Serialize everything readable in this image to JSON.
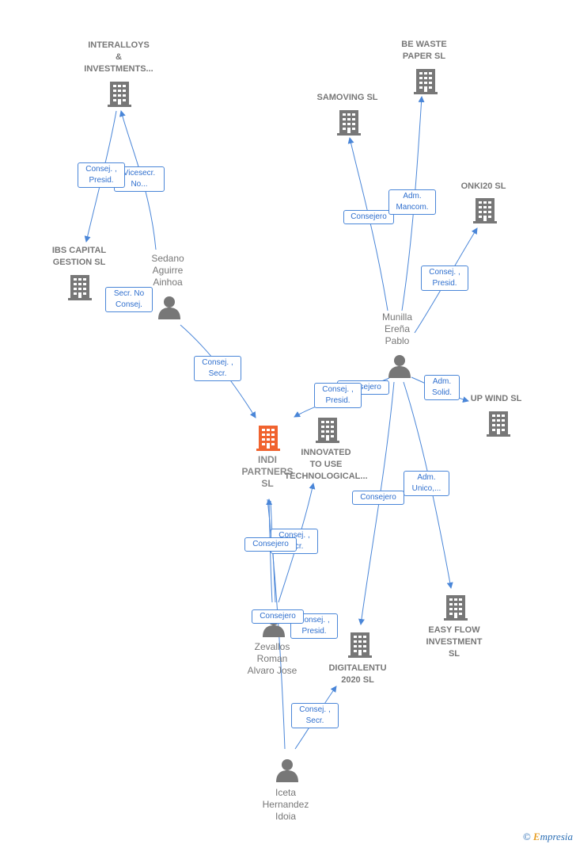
{
  "colors": {
    "edge": "#4a86d8",
    "company": "#777777",
    "focus": "#f0632f",
    "person": "#777777"
  },
  "companies": {
    "interalloys": "INTERALLOYS\n&\nINVESTMENTS...",
    "be_waste": "BE WASTE\nPAPER  SL",
    "samoving": "SAMOVING  SL",
    "onki20": "ONKI20  SL",
    "ibs_capital": "IBS CAPITAL\nGESTION  SL",
    "indi_partners": "INDI\nPARTNERS\nSL",
    "innovated": "INNOVATED\nTO USE\nTECHNOLOGICAL...",
    "up_wind": "UP WIND  SL",
    "easy_flow": "EASY FLOW\nINVESTMENT\nSL",
    "digitalentu": "DIGITALENTU\n2020  SL"
  },
  "persons": {
    "sedano": "Sedano\nAguirre\nAinhoa",
    "munilla": "Munilla\nEreña\nPablo",
    "zevallos": "Zevallos\nRoman\nAlvaro Jose",
    "iceta": "Iceta\nHernandez\nIdoia"
  },
  "edge_labels": {
    "consej_presid_interalloys": "Consej. ,\nPresid.",
    "vicesecr_interalloys": "Vicesecr.\nNo...",
    "secr_no_consej_ibs": "Secr.  No\nConsej.",
    "consej_secr_sedano": "Consej. ,\nSecr.",
    "consejero_samoving": "Consejero",
    "adm_mancom_be_waste": "Adm.\nMancom.",
    "consej_presid_onki20": "Consej. ,\nPresid.",
    "consejero_innovated": "Consejero",
    "consej_presid_indi": "Consej. ,\nPresid.",
    "adm_solid_up_wind": "Adm.\nSolid.",
    "adm_unico_easy_flow": "Adm.\nUnico,...",
    "consejero_digitalentu": "Consejero",
    "consej_secr_zevallos": "Consej. ,\nSecr.",
    "consejero_zevallos_indi": "Consejero",
    "consejero_iceta": "Consejero",
    "consej_presid_zevallos": "Consej. ,\nPresid.",
    "consej_secr_iceta_digitalentu": "Consej. ,\nSecr."
  },
  "watermark": {
    "copyright": "©",
    "brand_e": "E",
    "brand_rest": "mpresia"
  }
}
